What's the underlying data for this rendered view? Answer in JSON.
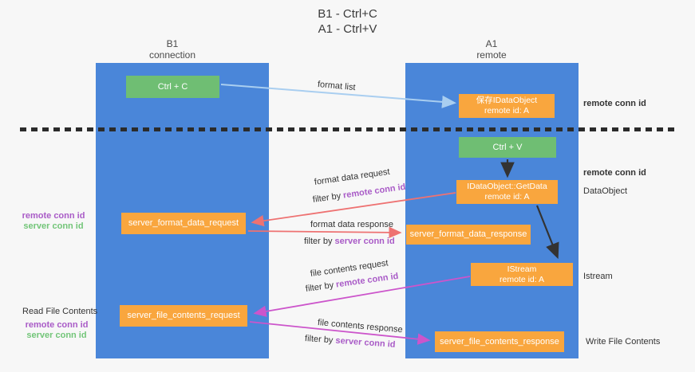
{
  "title": {
    "line1": "B1 - Ctrl+C",
    "line2": "A1 - Ctrl+V"
  },
  "lifelines": {
    "b1": {
      "name": "B1",
      "role": "connection"
    },
    "a1": {
      "name": "A1",
      "role": "remote"
    }
  },
  "boxes": {
    "ctrl_c": {
      "label": "Ctrl + C"
    },
    "save_idataobject": {
      "line1": "保存IDataObject",
      "line2": "remote id: A"
    },
    "ctrl_v": {
      "label": "Ctrl + V"
    },
    "getdata": {
      "line1": "IDataObject::GetData",
      "line2": "remote id: A"
    },
    "format_request": {
      "label": "server_format_data_request"
    },
    "format_response": {
      "label": "server_format_data_response"
    },
    "istream": {
      "line1": "IStream",
      "line2": "remote id: A"
    },
    "file_request": {
      "label": "server_file_contents_request"
    },
    "file_response": {
      "label": "server_file_contents_response"
    }
  },
  "arrow_labels": {
    "format_list": "format list",
    "format_data_request": "format data request",
    "format_data_response": "format data response",
    "file_contents_request": "file contents request",
    "file_contents_response": "file contents response",
    "filter_by": "filter by ",
    "remote_conn_id": "remote conn id",
    "server_conn_id": "server conn id"
  },
  "side_labels": {
    "remote_conn_id": "remote conn id",
    "server_conn_id": "server conn id",
    "data_object": "DataObject",
    "istream": "Istream",
    "read_file_contents": "Read File Contents",
    "write_file_contents": "Write File Contents"
  },
  "colors": {
    "lane_blue": "#4A86D9",
    "action_green": "#6FBE73",
    "message_orange": "#F9A63E",
    "remote_conn_purple": "#A95BC7",
    "server_conn_green": "#72C578",
    "format_arrow_salmon": "#EE7272",
    "file_arrow_magenta": "#CC55CB",
    "format_list_arrow_blue": "#A9CEF0",
    "black_arrow": "#333333"
  }
}
